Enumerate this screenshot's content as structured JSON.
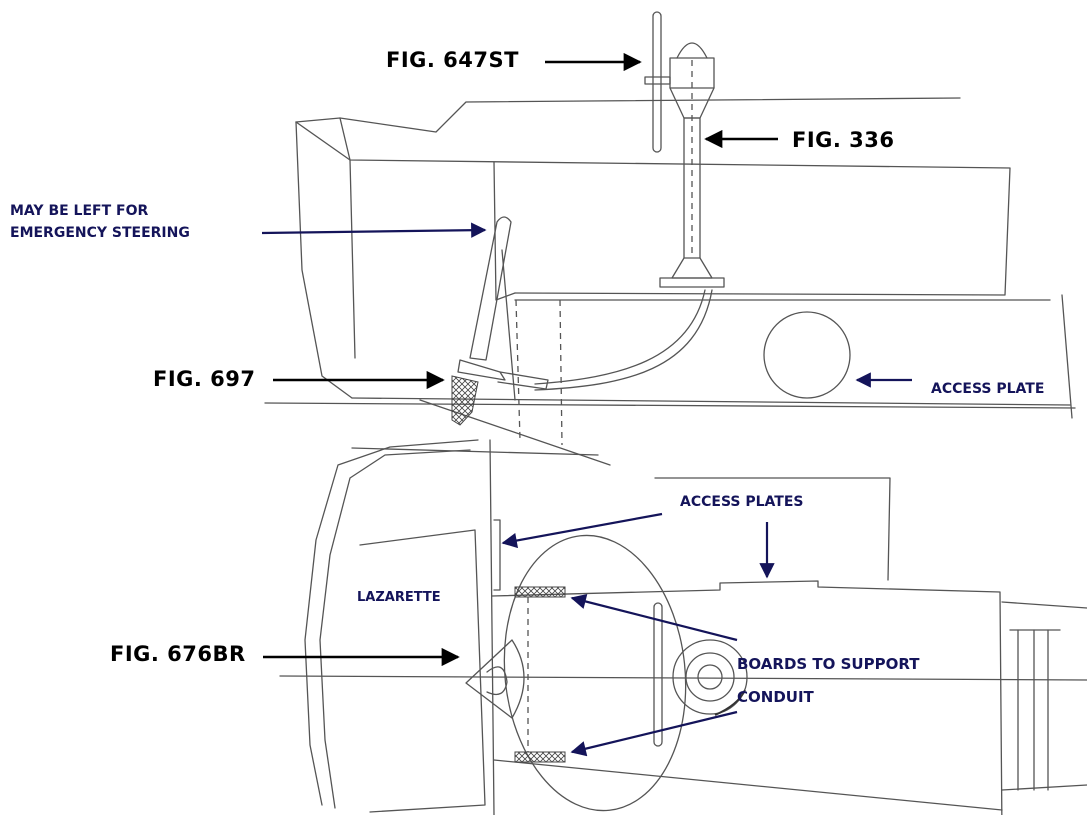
{
  "labels": {
    "fig_647st": "FIG. 647ST",
    "fig_336": "FIG. 336",
    "emergency_line1": "MAY BE LEFT FOR",
    "emergency_line2": "EMERGENCY STEERING",
    "fig_697": "FIG. 697",
    "access_plate": "ACCESS PLATE",
    "access_plates": "ACCESS PLATES",
    "lazarette": "LAZARETTE",
    "fig_676br": "FIG. 676BR",
    "boards_to_support": "BOARDS TO SUPPORT",
    "conduit": "CONDUIT"
  },
  "colors": {
    "callout_black": "#000000",
    "callout_navy": "#14145a",
    "sketch": "#555555"
  }
}
